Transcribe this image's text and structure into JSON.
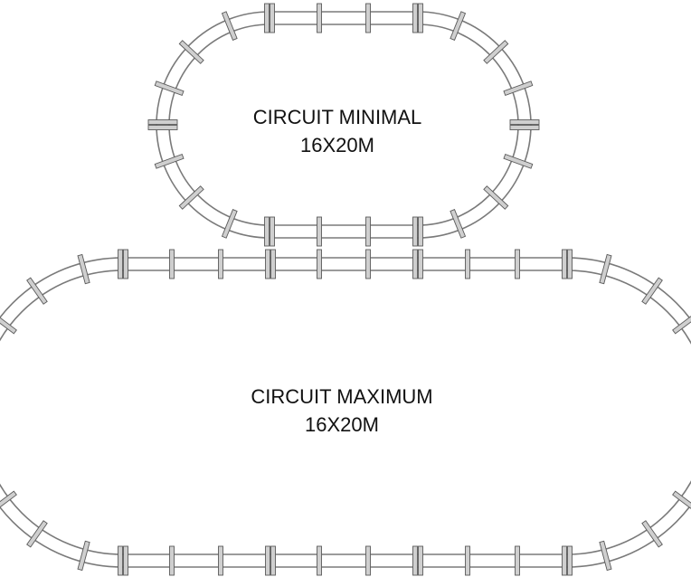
{
  "circuits": [
    {
      "id": "minimal",
      "label_line1": "CIRCUIT MINIMAL",
      "label_line2": "16X20M"
    },
    {
      "id": "maximum",
      "label_line1": "CIRCUIT MAXIMUM",
      "label_line2": "16X20M"
    }
  ],
  "colors": {
    "rail": "#7a7a7a",
    "tie_fill": "#cfcfcf",
    "tie_stroke": "#5a5a5a",
    "text": "#111111"
  }
}
